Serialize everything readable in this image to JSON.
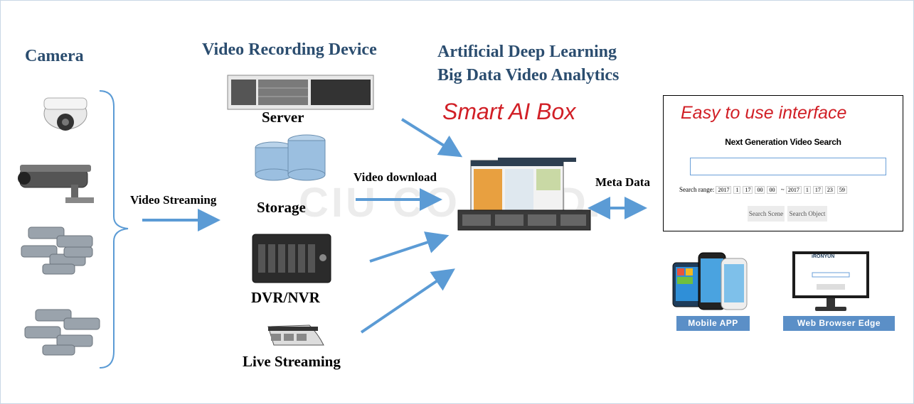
{
  "headings": {
    "camera": "Camera",
    "video_recording_device": "Video Recording Device",
    "analytics_line1": "Artificial Deep Learning",
    "analytics_line2": "Big Data Video Analytics",
    "smart_ai_box": "Smart AI Box",
    "easy_interface": "Easy to use interface"
  },
  "labels": {
    "video_streaming": "Video Streaming",
    "server": "Server",
    "storage": "Storage",
    "dvr_nvr": "DVR/NVR",
    "live_streaming": "Live Streaming",
    "video_download": "Video download",
    "meta_data": "Meta Data"
  },
  "interface": {
    "title": "Next Generation Video Search",
    "search_range_label": "Search range:",
    "range_from": [
      "2017",
      "1",
      "17",
      "00",
      "00"
    ],
    "range_separator": "~",
    "range_to": [
      "2017",
      "1",
      "17",
      "23",
      "59"
    ],
    "search_scene_button": "Search Scene",
    "search_object_button": "Search Object"
  },
  "clients": {
    "mobile_app": "Mobile APP",
    "web_browser_edge": "Web Browser Edge",
    "brand_logo": "iRONYUN"
  },
  "watermark": "CIU CO., LTD.",
  "colors": {
    "heading_blue": "#2b4d6f",
    "arrow_blue": "#5b9bd5",
    "red_accent": "#d11f26",
    "button_blue": "#5b8fc7"
  }
}
